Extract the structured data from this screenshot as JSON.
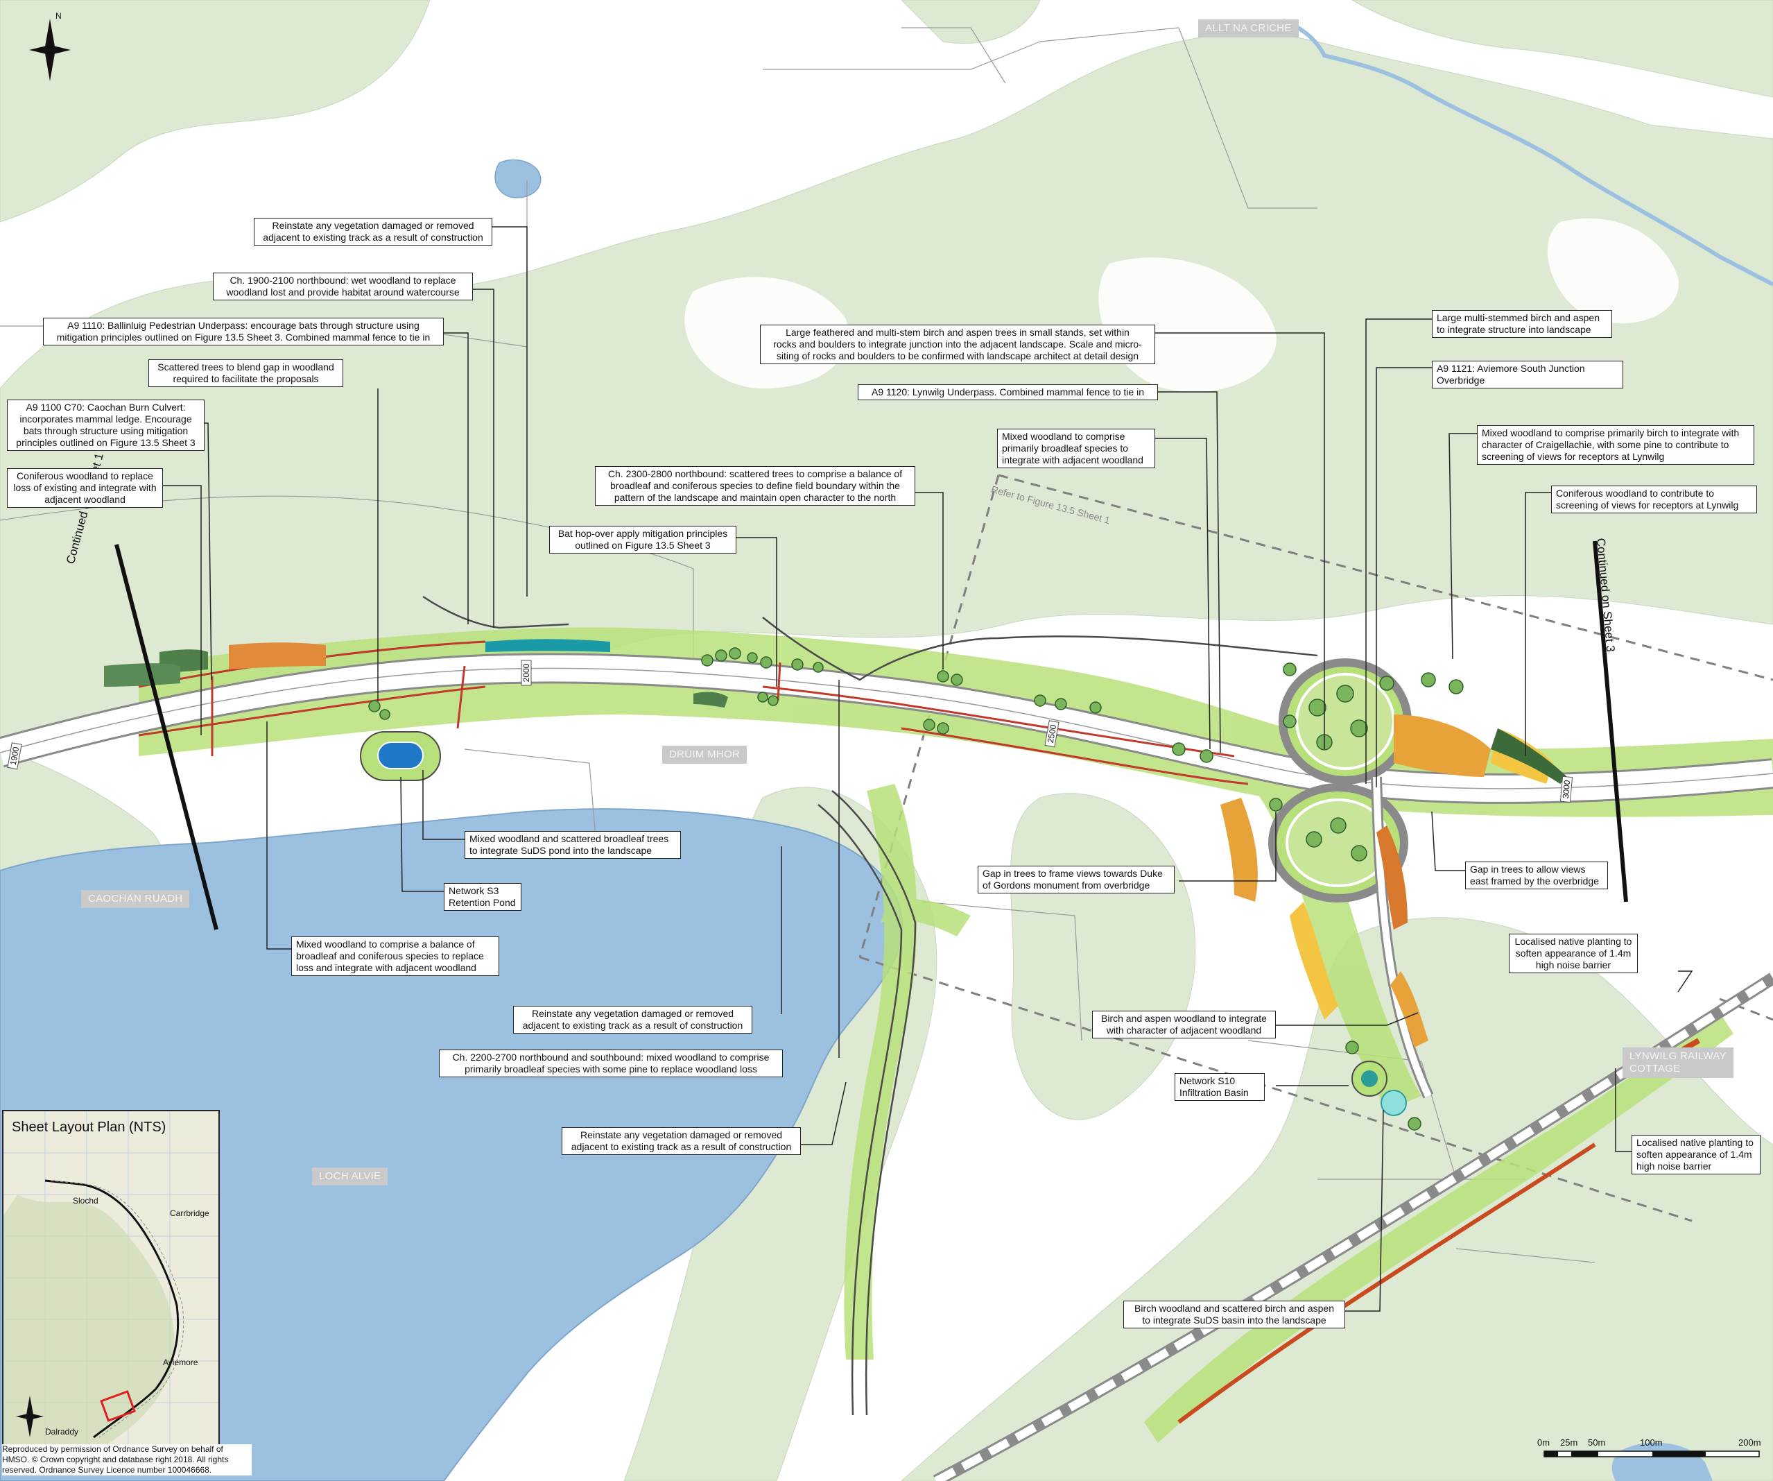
{
  "place_labels": {
    "allt_na_criche": "ALLT NA CRICHE",
    "druim_mhor": "DRUIM MHOR",
    "caochan_ruadh": "CAOCHAN RUADH",
    "loch_alvie": "LOCH ALVIE",
    "lynwilg_railway_cottage_1": "LYNWILG RAILWAY",
    "lynwilg_railway_cottage_2": "COTTAGE"
  },
  "continuation": {
    "sheet1": "Continued on Sheet 1",
    "sheet3": "Continued on Sheet 3",
    "refer": "Refer to Figure 13.5 Sheet 1"
  },
  "chainage": [
    "1900",
    "2000",
    "2500",
    "3000"
  ],
  "callouts": {
    "reinstate_top": [
      "Reinstate any vegetation damaged or removed",
      "adjacent to existing track as a result of construction"
    ],
    "ch1900": [
      "Ch. 1900-2100 northbound: wet woodland to replace",
      "woodland lost and provide habitat around watercourse"
    ],
    "a9_1110": [
      "A9 1110: Ballinluig Pedestrian Underpass: encourage bats through structure using",
      "mitigation principles outlined on Figure 13.5 Sheet 3. Combined mammal fence to tie in"
    ],
    "scattered_gap": [
      "Scattered trees to blend gap in woodland",
      "required to facilitate the proposals"
    ],
    "a9_1100": [
      "A9 1100 C70: Caochan Burn Culvert:",
      "incorporates mammal ledge. Encourage",
      "bats through structure using mitigation",
      "principles outlined on Figure 13.5 Sheet 3"
    ],
    "coniferous_left": [
      "Coniferous woodland to replace",
      "loss of existing and integrate with",
      "adjacent woodland"
    ],
    "ch2300": [
      "Ch. 2300-2800 northbound: scattered trees to comprise a balance of",
      "broadleaf and coniferous species to define field boundary within the",
      "pattern of the landscape and maintain open character to the north"
    ],
    "bat_hop": [
      "Bat hop-over apply mitigation principles",
      "outlined on Figure 13.5 Sheet 3"
    ],
    "large_feathered": [
      "Large feathered and multi-stem birch and aspen trees in small stands, set within",
      "rocks and boulders to integrate junction into the adjacent landscape. Scale and micro-",
      "siting of rocks and boulders to be confirmed with landscape architect at detail design"
    ],
    "a9_1120": [
      "A9 1120: Lynwilg Underpass. Combined mammal fence to tie in"
    ],
    "mixed_broadleaf": [
      "Mixed woodland to comprise",
      "primarily broadleaf species to",
      "integrate with adjacent woodland"
    ],
    "large_multi": [
      "Large multi-stemmed birch and aspen",
      "to integrate structure into landscape"
    ],
    "a9_1121": [
      "A9 1121: Aviemore South Junction Overbridge"
    ],
    "mixed_birch": [
      "Mixed woodland to comprise primarily birch to integrate with",
      "character of Craigellachie, with some pine to contribute to",
      "screening of views for receptors at Lynwilg"
    ],
    "coniferous_right": [
      "Coniferous woodland to contribute to",
      "screening of views for receptors at Lynwilg"
    ],
    "mixed_suds": [
      "Mixed woodland and scattered broadleaf trees",
      "to integrate SuDS pond into the landscape"
    ],
    "network_s3": [
      "Network S3",
      "Retention Pond"
    ],
    "mixed_balance": [
      "Mixed woodland to comprise a balance of",
      "broadleaf and coniferous species to replace",
      "loss and integrate with adjacent woodland"
    ],
    "reinstate_mid": [
      "Reinstate any vegetation damaged or removed",
      "adjacent to existing track as a result of construction"
    ],
    "ch2200": [
      "Ch. 2200-2700 northbound and southbound: mixed woodland to comprise",
      "primarily broadleaf species with some pine to replace woodland loss"
    ],
    "reinstate_low": [
      "Reinstate any vegetation damaged or removed",
      "adjacent to existing track as a result of construction"
    ],
    "gap_duke": [
      "Gap in trees to frame views towards Duke",
      "of Gordons monument from overbridge"
    ],
    "gap_east": [
      "Gap in trees to allow views",
      "east framed by the overbridge"
    ],
    "localised_top": [
      "Localised native planting to",
      "soften appearance of 1.4m",
      "high noise barrier"
    ],
    "birch_aspen": [
      "Birch and aspen woodland to integrate",
      "with character of adjacent woodland"
    ],
    "network_s10": [
      "Network S10",
      "Infiltration Basin"
    ],
    "localised_bottom": [
      "Localised native planting to",
      "soften appearance of 1.4m",
      "high noise barrier"
    ],
    "birch_suds": [
      "Birch woodland and scattered birch and aspen",
      "to integrate SuDS basin into the landscape"
    ]
  },
  "inset": {
    "title": "Sheet Layout Plan (NTS)",
    "towns": [
      "Slochd",
      "Carrbridge",
      "Aviemore",
      "Dalraddy"
    ]
  },
  "copyright": "Reproduced by permission of Ordnance Survey on behalf of HMSO. © Crown copyright and database right 2018. All rights reserved. Ordnance Survey Licence number 100046668.",
  "scale": {
    "labels": [
      "0m",
      "25m",
      "50m",
      "100m",
      "200m"
    ]
  },
  "north_label": "N",
  "colors": {
    "woodland": "#dde9d2",
    "planting": "#b8e07a",
    "water": "#9cc0e0",
    "road": "#ffffff",
    "red_line": "#c0392b",
    "orange": "#e8a23a",
    "dark_green": "#4f7f4a"
  }
}
